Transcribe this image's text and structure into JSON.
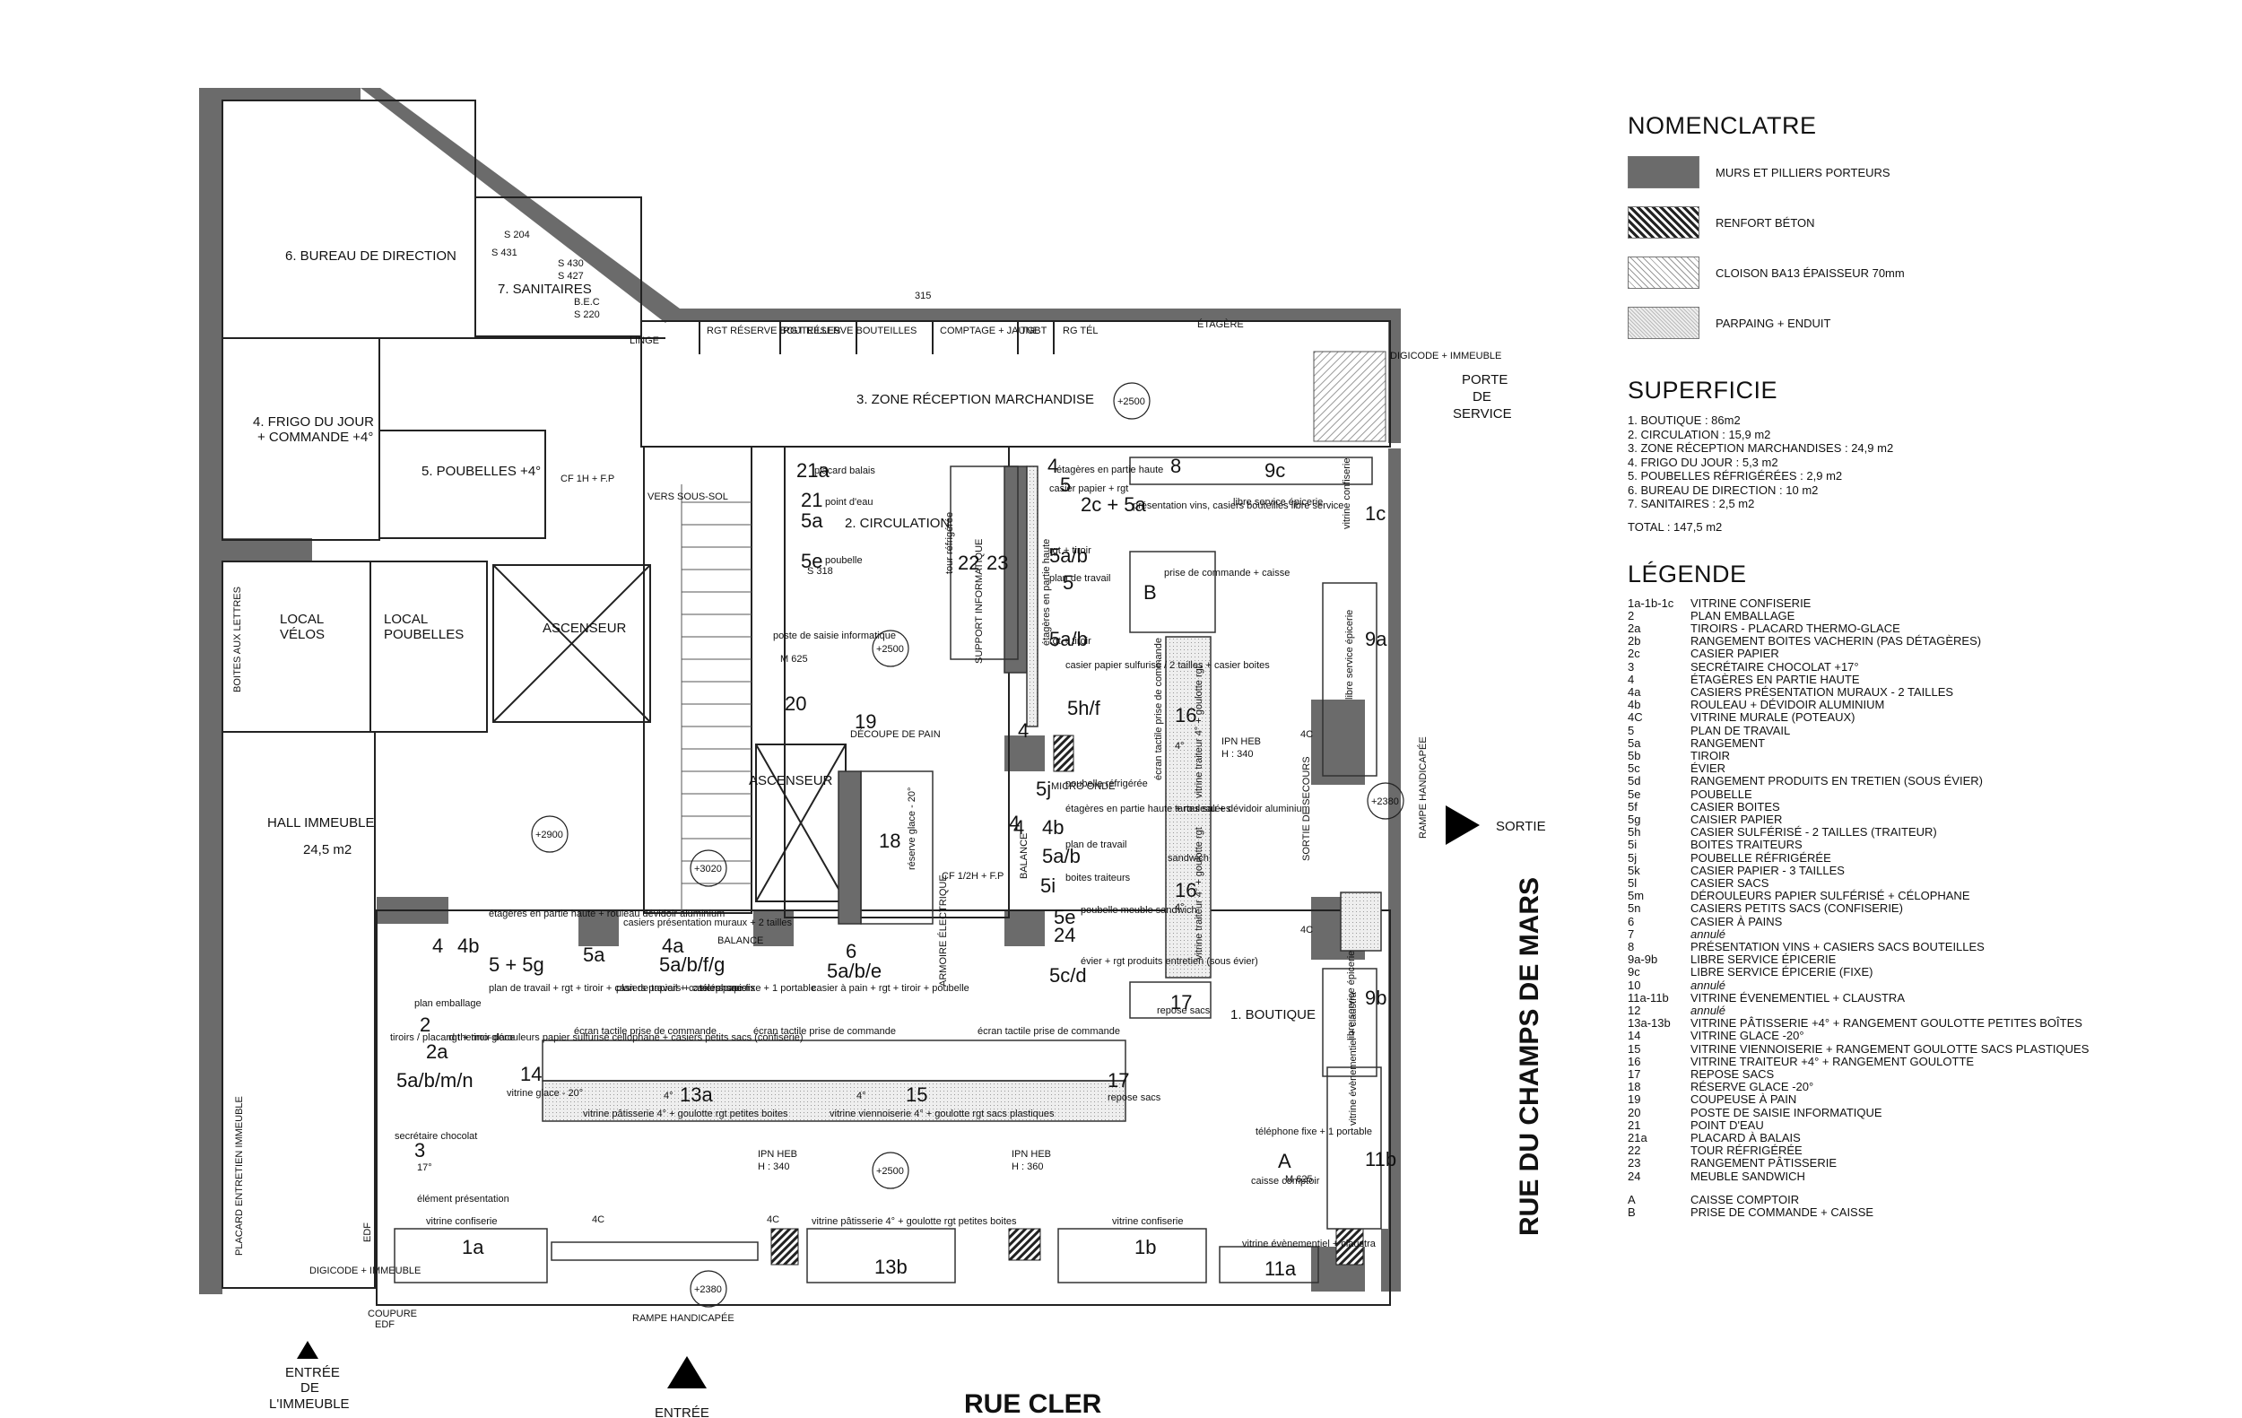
{
  "rooms": [
    {
      "id": "bureau",
      "label": "6. BUREAU DE DIRECTION"
    },
    {
      "id": "sanitaires",
      "label": "7. SANITAIRES"
    },
    {
      "id": "frigo1",
      "label": "4. FRIGO DU JOUR"
    },
    {
      "id": "frigo2",
      "label": "+ COMMANDE +4°"
    },
    {
      "id": "poubelles",
      "label": "5. POUBELLES +4°"
    },
    {
      "id": "reception",
      "label": "3. ZONE RÉCEPTION MARCHANDISE"
    },
    {
      "id": "circulation",
      "label": "2. CIRCULATION"
    },
    {
      "id": "velos1",
      "label": "LOCAL"
    },
    {
      "id": "velos2",
      "label": "VÉLOS"
    },
    {
      "id": "locpoub1",
      "label": "LOCAL"
    },
    {
      "id": "locpoub2",
      "label": "POUBELLES"
    },
    {
      "id": "ascenseur1",
      "label": "ASCENSEUR"
    },
    {
      "id": "ascenseur2",
      "label": "ASCENSEUR"
    },
    {
      "id": "hall",
      "label": "HALL IMMEUBLE"
    },
    {
      "id": "hallarea",
      "label": "24,5 m2"
    },
    {
      "id": "boutique",
      "label": "1. BOUTIQUE"
    },
    {
      "id": "soussol",
      "label": "VERS SOUS-SOL"
    }
  ],
  "small_labels": [
    {
      "id": "l315",
      "text": "315"
    },
    {
      "id": "linge",
      "text": "LINGE"
    },
    {
      "id": "rgt1",
      "text": "RGT RÉSERVE BOUTEILLES"
    },
    {
      "id": "rgt2",
      "text": "RGT RÉSERVE BOUTEILLES"
    },
    {
      "id": "comptage",
      "text": "COMPTAGE + JAUNE"
    },
    {
      "id": "tgbt",
      "text": "TGBT"
    },
    {
      "id": "rgtel",
      "text": "RG TÉL"
    },
    {
      "id": "etagere",
      "text": "ÉTAGÈRE"
    },
    {
      "id": "digicode1",
      "text": "DIGICODE + IMMEUBLE"
    },
    {
      "id": "s204",
      "text": "S 204"
    },
    {
      "id": "s431",
      "text": "S 431"
    },
    {
      "id": "s430",
      "text": "S 430"
    },
    {
      "id": "s427",
      "text": "S 427"
    },
    {
      "id": "bec",
      "text": "B.E.C"
    },
    {
      "id": "s220",
      "text": "S 220"
    },
    {
      "id": "cf1h",
      "text": "CF 1H + F.P"
    },
    {
      "id": "boites",
      "text": "BOITES AUX LETTRES"
    },
    {
      "id": "s318",
      "text": "S 318"
    },
    {
      "id": "m625a",
      "text": "M 625"
    },
    {
      "id": "m625b",
      "text": "M 625"
    },
    {
      "id": "reserveglace",
      "text": "réserve glace - 20°"
    },
    {
      "id": "cf12h",
      "text": "CF 1/2H + F.P"
    },
    {
      "id": "armoire",
      "text": "ARMOIRE ÉLECTRIQUE"
    },
    {
      "id": "ipn1",
      "text": "IPN HEB"
    },
    {
      "id": "ipn1h",
      "text": "H : 340"
    },
    {
      "id": "ipn2",
      "text": "IPN HEB"
    },
    {
      "id": "ipn2h",
      "text": "H : 340"
    },
    {
      "id": "ipn3",
      "text": "IPN HEB"
    },
    {
      "id": "ipn3h",
      "text": "H : 360"
    },
    {
      "id": "sortiesec",
      "text": "SORTIE DE SECOURS"
    },
    {
      "id": "rampe1",
      "text": "RAMPE HANDICAPÉE"
    },
    {
      "id": "rampe2",
      "text": "RAMPE HANDICAPÉE"
    },
    {
      "id": "placard",
      "text": "PLACARD ENTRETIEN IMMEUBLE"
    },
    {
      "id": "edf",
      "text": "EDF"
    },
    {
      "id": "digicode2",
      "text": "DIGICODE + IMMEUBLE"
    },
    {
      "id": "coupure",
      "text": "COUPURE"
    },
    {
      "id": "coupure2",
      "text": "EDF"
    },
    {
      "id": "vitconf1",
      "text": "vitrine confiserie"
    },
    {
      "id": "vitconf2",
      "text": "vitrine confiserie"
    },
    {
      "id": "vitconf3",
      "text": "vitrine confiserie"
    },
    {
      "id": "vitpat",
      "text": "vitrine pâtisserie 4° + goulotte rgt petites boites"
    },
    {
      "id": "vitpat2",
      "text": "vitrine pâtisserie 4° + goulotte rgt petites boites"
    },
    {
      "id": "vitvien",
      "text": "vitrine viennoiserie 4° + goulotte rgt sacs plastiques"
    },
    {
      "id": "vitglace",
      "text": "vitrine glace - 20°"
    },
    {
      "id": "libre1",
      "text": "libre service épicerie"
    },
    {
      "id": "libre2",
      "text": "libre service épicerie"
    },
    {
      "id": "libre3",
      "text": "libre service épicerie"
    },
    {
      "id": "presvins",
      "text": "présentation vins, casiers bouteilles libre service"
    },
    {
      "id": "casiers",
      "text": "casiers présentation muraux + 2 tailles"
    },
    {
      "id": "ecran1",
      "text": "écran tactile prise de commande"
    },
    {
      "id": "ecran2",
      "text": "écran tactile prise de commande"
    },
    {
      "id": "ecran3",
      "text": "écran tactile prise de commande"
    },
    {
      "id": "caisse",
      "text": "caisse comptoir"
    },
    {
      "id": "telfixe",
      "text": "téléphone fixe + 1 portable"
    },
    {
      "id": "vitevent",
      "text": "vitrine évènementiel + claustra"
    },
    {
      "id": "vitevent2",
      "text": "vitrine évènementiel + claustra"
    },
    {
      "id": "reposesacs",
      "text": "repose sacs"
    },
    {
      "id": "reposesacs2",
      "text": "repose sacs"
    },
    {
      "id": "element",
      "text": "élément présentation"
    },
    {
      "id": "secretaire",
      "text": "secrétaire chocolat"
    },
    {
      "id": "vittraiteur",
      "text": "vitrine traiteur 4° + goulotte rgt"
    },
    {
      "id": "vittraiteur2",
      "text": "vitrine traiteur 4° + goulotte rgt"
    },
    {
      "id": "tartes",
      "text": "tartes salées"
    },
    {
      "id": "sandwich",
      "text": "sandwich"
    },
    {
      "id": "prisecmd",
      "text": "prise de commande + caisse"
    },
    {
      "id": "tourref",
      "text": "tour réfrigérée"
    },
    {
      "id": "support",
      "text": "SUPPORT INFORMATIQUE"
    },
    {
      "id": "poste",
      "text": "poste de saisie informatique"
    },
    {
      "id": "decoupe",
      "text": "DÉCOUPE DE PAIN"
    },
    {
      "id": "balance1",
      "text": "BALANCE"
    },
    {
      "id": "balance2",
      "text": "BALANCE"
    },
    {
      "id": "placardbalais",
      "text": "placard balais"
    },
    {
      "id": "pointdeau",
      "text": "point d'eau"
    },
    {
      "id": "poubelle1",
      "text": "poubelle"
    },
    {
      "id": "etagh",
      "text": "étagères en partie haute"
    },
    {
      "id": "etagh2",
      "text": "étagères en partie haute"
    },
    {
      "id": "casierpapier",
      "text": "casier papier + rgt"
    },
    {
      "id": "rgttiroir",
      "text": "rgt + tiroir"
    },
    {
      "id": "rgttiroir2",
      "text": "rgt + tiroir"
    },
    {
      "id": "plantravail",
      "text": "plan de travail"
    },
    {
      "id": "casiersulf",
      "text": "casier papier sulfurisé / 2 tailles + casier boites"
    },
    {
      "id": "ecran4",
      "text": "écran tactile prise de commande"
    },
    {
      "id": "microondes",
      "text": "MICRO ONDE"
    },
    {
      "id": "poubref",
      "text": "poubelle réfrigérée"
    },
    {
      "id": "etagh3",
      "text": "étagères en partie haute + rouleau + dévidoir aluminium"
    },
    {
      "id": "plantravail2",
      "text": "plan de travail"
    },
    {
      "id": "boitestraiteurs",
      "text": "boites traiteurs"
    },
    {
      "id": "poubmeuble",
      "text": "poubelle meuble sandwich"
    },
    {
      "id": "evier",
      "text": "évier + rgt produits entretien (sous évier)"
    },
    {
      "id": "etagh4",
      "text": "étagères en partie haute + rouleau dévidoir aluminium"
    },
    {
      "id": "planemb",
      "text": "plan de travail + rgt + tiroir + casiers papiers + casiers sacs"
    },
    {
      "id": "planemb2",
      "text": "plan de travail + casiers papiers"
    },
    {
      "id": "tel",
      "text": "téléphone fixe + 1 portable"
    },
    {
      "id": "casierpain",
      "text": "casier à pain + rgt + tiroir + poubelle"
    },
    {
      "id": "planembal",
      "text": "plan emballage"
    },
    {
      "id": "tiroirs",
      "text": "tiroirs / placard thermo-glace"
    },
    {
      "id": "rgtdeb",
      "text": "rgt + tiroir dérouleurs papier sulfurisé cellophane + casiers petits sacs (confiserie)"
    }
  ],
  "fixtures": [
    "21a",
    "21",
    "5a",
    "5e",
    "22",
    "23",
    "20",
    "19",
    "18",
    "4",
    "5",
    "2c + 5a",
    "5a/b",
    "5",
    "5a/b",
    "8",
    "9c",
    "1c",
    "9a",
    "B",
    "16",
    "16",
    "5h/f",
    "5j",
    "4",
    "4b",
    "5a/b",
    "5i",
    "5e",
    "24",
    "5c/d",
    "17",
    "9b",
    "11b",
    "A",
    "11a",
    "1b",
    "13b",
    "1a",
    "13a",
    "15",
    "17",
    "14",
    "5a/b/m/n",
    "2a",
    "2",
    "3",
    "4",
    "4b",
    "5a",
    "4a",
    "5a/b/f/g",
    "5 + 5g",
    "6",
    "5a/b/e",
    "4C",
    "4C",
    "4C",
    "4C",
    "4°",
    "4°",
    "4°",
    "4°",
    "17°",
    "4",
    "4"
  ],
  "levels": [
    "+2500",
    "+2500",
    "+2900",
    "+3020",
    "+2380",
    "+2380",
    "+2500"
  ],
  "directions": {
    "porte": "PORTE",
    "de": "DE",
    "service": "SERVICE",
    "sortie": "SORTIE",
    "entree": "ENTRÉE",
    "entree_imm1": "ENTRÉE",
    "entree_imm2": "DE",
    "entree_imm3": "L'IMMEUBLE"
  },
  "streets": {
    "bottom": "RUE CLER",
    "right": "RUE DU CHAMPS DE MARS"
  },
  "nomenclature": {
    "title": "NOMENCLATRE",
    "items": [
      {
        "key": "mur",
        "label": "MURS ET PILLIERS PORTEURS"
      },
      {
        "key": "ren",
        "label": "RENFORT BÉTON"
      },
      {
        "key": "clo",
        "label": "CLOISON BA13  ÉPAISSEUR 70mm"
      },
      {
        "key": "par",
        "label": "PARPAING + ENDUIT"
      }
    ]
  },
  "superficie": {
    "title": "SUPERFICIE",
    "items": [
      "1. BOUTIQUE : 86m2",
      "2. CIRCULATION : 15,9 m2",
      "3. ZONE RÉCEPTION MARCHANDISES : 24,9 m2",
      "4. FRIGO DU JOUR : 5,3 m2",
      "5. POUBELLES RÉFRIGÉRÉES : 2,9 m2",
      "6. BUREAU DE DIRECTION : 10 m2",
      "7. SANITAIRES : 2,5 m2"
    ],
    "total": "TOTAL : 147,5 m2"
  },
  "legende": {
    "title": "LÉGENDE",
    "items": [
      {
        "code": "1a-1b-1c",
        "text": "VITRINE CONFISERIE"
      },
      {
        "code": "2",
        "text": "PLAN EMBALLAGE"
      },
      {
        "code": "2a",
        "text": "TIROIRS - PLACARD THERMO-GLACE"
      },
      {
        "code": "2b",
        "text": "RANGEMENT BOITES VACHERIN (PAS DÉTAGÈRES)"
      },
      {
        "code": "2c",
        "text": "CASIER PAPIER"
      },
      {
        "code": "3",
        "text": "SECRÉTAIRE CHOCOLAT +17°"
      },
      {
        "code": "4",
        "text": "ÉTAGÈRES EN PARTIE HAUTE"
      },
      {
        "code": "4a",
        "text": "CASIERS PRÉSENTATION MURAUX - 2 TAILLES"
      },
      {
        "code": "4b",
        "text": "ROULEAU + DÉVIDOIR ALUMINIUM"
      },
      {
        "code": "4C",
        "text": "VITRINE MURALE (POTEAUX)"
      },
      {
        "code": "5",
        "text": "PLAN DE TRAVAIL"
      },
      {
        "code": "5a",
        "text": "RANGEMENT"
      },
      {
        "code": "5b",
        "text": "TIROIR"
      },
      {
        "code": "5c",
        "text": "ÉVIER"
      },
      {
        "code": "5d",
        "text": "RANGEMENT PRODUITS EN TRETIEN (SOUS ÉVIER)"
      },
      {
        "code": "5e",
        "text": "POUBELLE"
      },
      {
        "code": "5f",
        "text": "CASIER BOITES"
      },
      {
        "code": "5g",
        "text": "CAISIER PAPIER"
      },
      {
        "code": "5h",
        "text": "CASIER SULFÉRISÉ - 2 TAILLES (TRAITEUR)"
      },
      {
        "code": "5i",
        "text": "BOITES TRAITEURS"
      },
      {
        "code": "5j",
        "text": "POUBELLE RÉFRIGÉRÉE"
      },
      {
        "code": "5k",
        "text": "CASIER PAPIER - 3 TAILLES"
      },
      {
        "code": "5l",
        "text": "CASIER SACS"
      },
      {
        "code": "5m",
        "text": "DÉROULEURS PAPIER SULFÉRISÉ + CÉLOPHANE"
      },
      {
        "code": "5n",
        "text": "CASIERS PETITS SACS (CONFISERIE)"
      },
      {
        "code": "6",
        "text": "CASIER À PAINS"
      },
      {
        "code": "7",
        "text": "annulé",
        "annule": true
      },
      {
        "code": "8",
        "text": "PRÉSENTATION VINS + CASIERS SACS BOUTEILLES"
      },
      {
        "code": "9a-9b",
        "text": "LIBRE SERVICE ÉPICERIE"
      },
      {
        "code": "9c",
        "text": "LIBRE SERVICE ÉPICERIE (FIXE)"
      },
      {
        "code": "10",
        "text": "annulé",
        "annule": true
      },
      {
        "code": "11a-11b",
        "text": "VITRINE ÉVENEMENTIEL + CLAUSTRA"
      },
      {
        "code": "12",
        "text": "annulé",
        "annule": true
      },
      {
        "code": "13a-13b",
        "text": "VITRINE PÂTISSERIE +4° + RANGEMENT GOULOTTE PETITES BOÎTES"
      },
      {
        "code": "14",
        "text": "VITRINE GLACE -20°"
      },
      {
        "code": "15",
        "text": "VITRINE VIENNOISERIE + RANGEMENT GOULOTTE SACS PLASTIQUES"
      },
      {
        "code": "16",
        "text": "VITRINE TRAITEUR +4° + RANGEMENT GOULOTTE"
      },
      {
        "code": "17",
        "text": "REPOSE SACS"
      },
      {
        "code": "18",
        "text": "RÉSERVE GLACE -20°"
      },
      {
        "code": "19",
        "text": "COUPEUSE À PAIN"
      },
      {
        "code": "20",
        "text": "POSTE DE SAISIE INFORMATIQUE"
      },
      {
        "code": "21",
        "text": "POINT D'EAU"
      },
      {
        "code": "21a",
        "text": "PLACARD À BALAIS"
      },
      {
        "code": "22",
        "text": "TOUR RÉFRIGÉRÉE"
      },
      {
        "code": "23",
        "text": "RANGEMENT PÂTISSERIE"
      },
      {
        "code": "24",
        "text": "MEUBLE SANDWICH"
      }
    ],
    "extra": [
      {
        "code": "A",
        "text": "CAISSE COMPTOIR"
      },
      {
        "code": "B",
        "text": "PRISE DE COMMANDE + CAISSE"
      }
    ]
  }
}
